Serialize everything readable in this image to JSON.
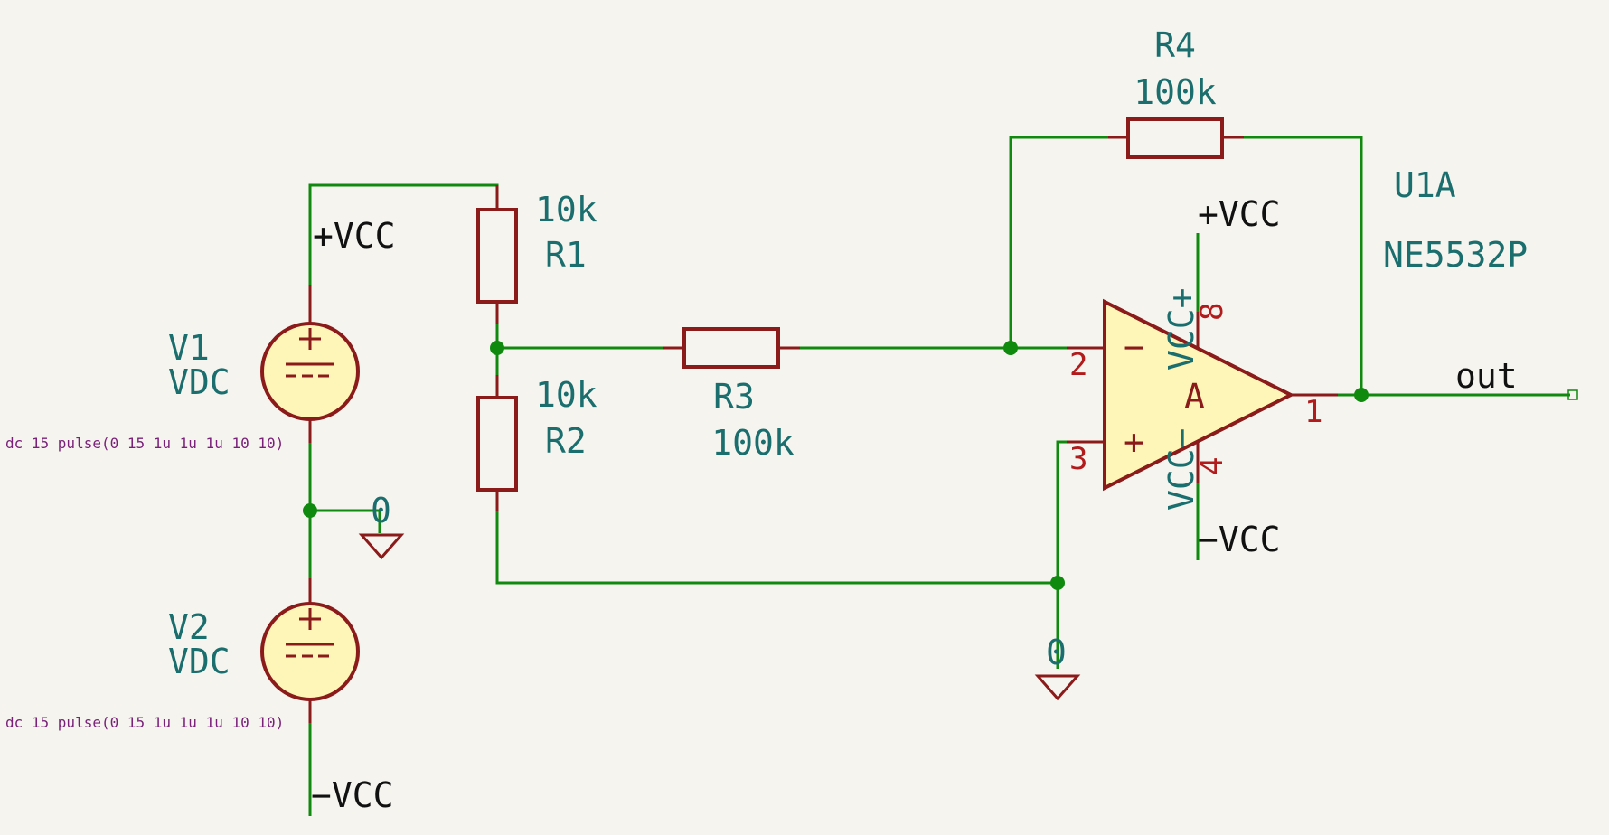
{
  "components": {
    "r1": {
      "ref": "R1",
      "value": "10k"
    },
    "r2": {
      "ref": "R2",
      "value": "10k"
    },
    "r3": {
      "ref": "R3",
      "value": "100k"
    },
    "r4": {
      "ref": "R4",
      "value": "100k"
    },
    "v1": {
      "ref": "V1",
      "value": "VDC",
      "spice": "dc 15 pulse(0 15 1u 1u 1u 10 10)"
    },
    "v2": {
      "ref": "V2",
      "value": "VDC",
      "spice": "dc 15 pulse(0 15 1u 1u 1u 10 10)"
    },
    "u1": {
      "ref": "U1A",
      "value": "NE5532P",
      "unit": "A",
      "pin_inv": "2",
      "pin_noninv": "3",
      "pin_out": "1",
      "pin_vpos": "8",
      "pin_vneg": "4",
      "inv_symbol": "−",
      "noninv_symbol": "+",
      "vpos_name": "VCC+",
      "vneg_name": "VCC−"
    }
  },
  "nets": {
    "vcc_v1": "+VCC",
    "vee_v2": "−VCC",
    "gnd_left": "0",
    "gnd_right": "0",
    "opamp_vcc": "+VCC",
    "opamp_vee": "−VCC",
    "out": "out"
  },
  "colors": {
    "wire": "#0f8a0f",
    "component": "#8b1a1a",
    "fill": "#fdf6b8",
    "label": "#1b6e6e",
    "pin_number": "#b11b1b",
    "spice": "#7a1f7a",
    "background": "#f5f4ef"
  }
}
